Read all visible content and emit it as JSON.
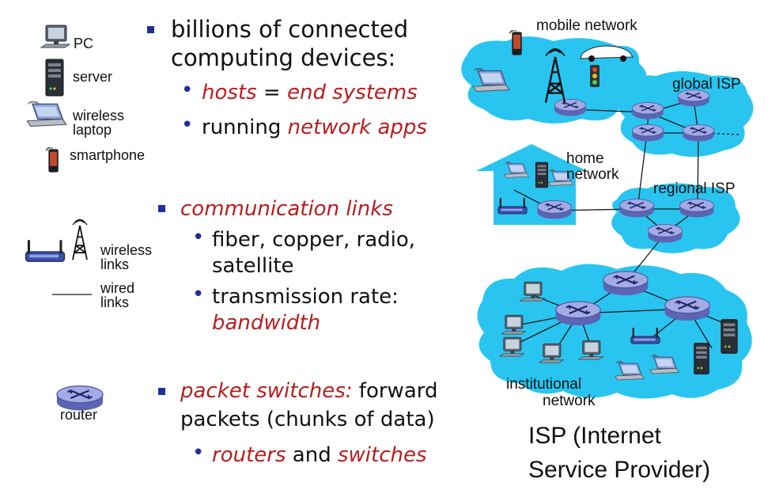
{
  "legend": {
    "pc": "PC",
    "server": "server",
    "wireless_laptop_1": "wireless",
    "wireless_laptop_2": "laptop",
    "smartphone": "smartphone",
    "wireless_links_1": "wireless",
    "wireless_links_2": "links",
    "wired_links_1": "wired",
    "wired_links_2": "links",
    "router": "router"
  },
  "bullets": {
    "b1_line1": "billions of connected",
    "b1_line2": "computing devices:",
    "b1_sub1_a": "hosts",
    "b1_sub1_b": " = ",
    "b1_sub1_c": "end systems",
    "b1_sub2_a": "running ",
    "b1_sub2_b": "network apps",
    "b2_line1": "communication links",
    "b2_sub1_line1": "fiber, copper, radio,",
    "b2_sub1_line2": "satellite",
    "b2_sub2_line1": "transmission rate:",
    "b2_sub2_line2": "bandwidth",
    "b3_line1_a": "packet switches:",
    "b3_line1_b": " forward",
    "b3_line2": "packets (chunks of data)",
    "b3_sub1_a": "routers",
    "b3_sub1_b": " and ",
    "b3_sub1_c": "switches"
  },
  "network": {
    "mobile": "mobile network",
    "global_isp": "global ISP",
    "home_1": "home",
    "home_2": "network",
    "regional_isp": "regional ISP",
    "institutional_1": "institutional",
    "institutional_2": "network",
    "isp_caption_1": "ISP (Internet",
    "isp_caption_2": "Service Provider)"
  },
  "colors": {
    "cloud": "#29c5f0",
    "router": "#8f96d6",
    "bullet": "#1f2f9a",
    "emphasis": "#b81d1d"
  }
}
